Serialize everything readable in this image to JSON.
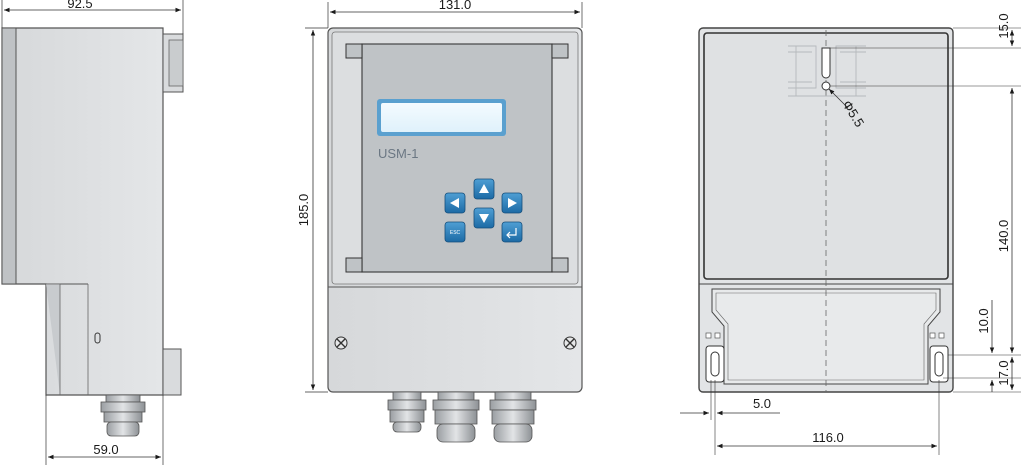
{
  "drawing": {
    "device_label": "USM-1",
    "side_view": {
      "width_dim": "92.5",
      "base_dim": "59.0"
    },
    "front_view": {
      "width_dim": "131.0",
      "height_dim": "185.0",
      "keypad": {
        "left_key": "◄",
        "up_key": "▲",
        "right_key": "►",
        "down_key": "▼",
        "esc_key": "ESC",
        "enter_key": "↵"
      }
    },
    "rear_view": {
      "top_dim": "15.0",
      "hole_dim": "Φ5.5",
      "mid_dim": "140.0",
      "slot_dim": "10.0",
      "bottom_dim": "17.0",
      "offset_dim": "5.0",
      "spacing_dim": "116.0"
    }
  }
}
